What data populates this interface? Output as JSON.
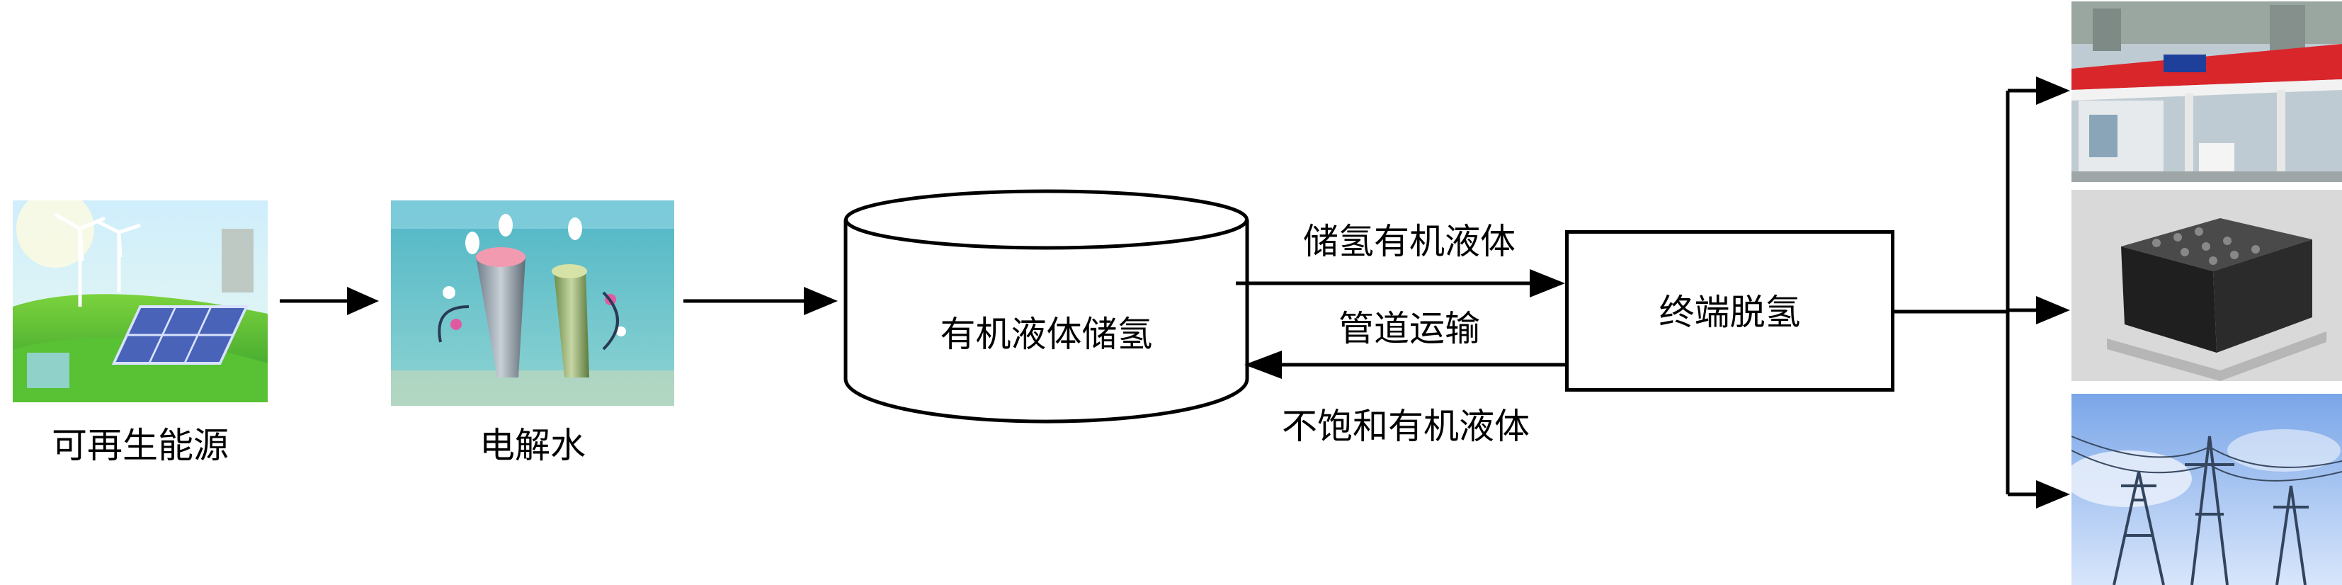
{
  "nodes": {
    "renewable": "可再生能源",
    "electrolysis": "电解水",
    "storage": "有机液体储氢",
    "dehydrogenation": "终端脱氢"
  },
  "flows": {
    "forward": "储氢有机液体",
    "transport": "管道运输",
    "return": "不饱和有机液体"
  },
  "uses": [
    "gas-station",
    "battery",
    "power-grid"
  ]
}
